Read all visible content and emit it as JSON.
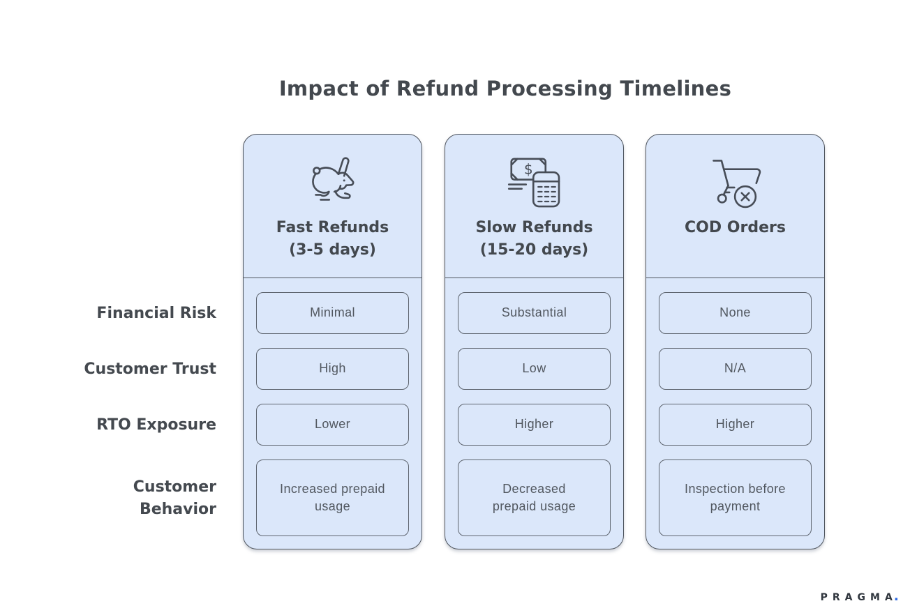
{
  "title": "Impact of Refund Processing Timelines",
  "rows": [
    {
      "label": "Financial Risk"
    },
    {
      "label": "Customer Trust"
    },
    {
      "label": "RTO Exposure"
    },
    {
      "label": "Customer\nBehavior"
    }
  ],
  "columns": [
    {
      "icon": "rabbit-icon",
      "header": "Fast Refunds\n(3-5 days)",
      "cells": [
        "Minimal",
        "High",
        "Lower",
        "Increased prepaid\nusage"
      ]
    },
    {
      "icon": "money-calculator-icon",
      "header": "Slow Refunds\n(15-20 days)",
      "cells": [
        "Substantial",
        "Low",
        "Higher",
        "Decreased\nprepaid usage"
      ]
    },
    {
      "icon": "cart-cancel-icon",
      "header": "COD Orders",
      "cells": [
        "None",
        "N/A",
        "Higher",
        "Inspection before\npayment"
      ]
    }
  ],
  "footer": {
    "brand": "PRAGMA",
    "dot": "."
  },
  "colors": {
    "card_background": "#dbe7fa",
    "card_border": "#4e545d",
    "cell_border": "#5d646e",
    "heading_text": "#43484e",
    "cell_text": "#51575f",
    "icon_stroke": "#474d57",
    "brand_text": "#30363e",
    "brand_dot": "#2f6be4"
  }
}
